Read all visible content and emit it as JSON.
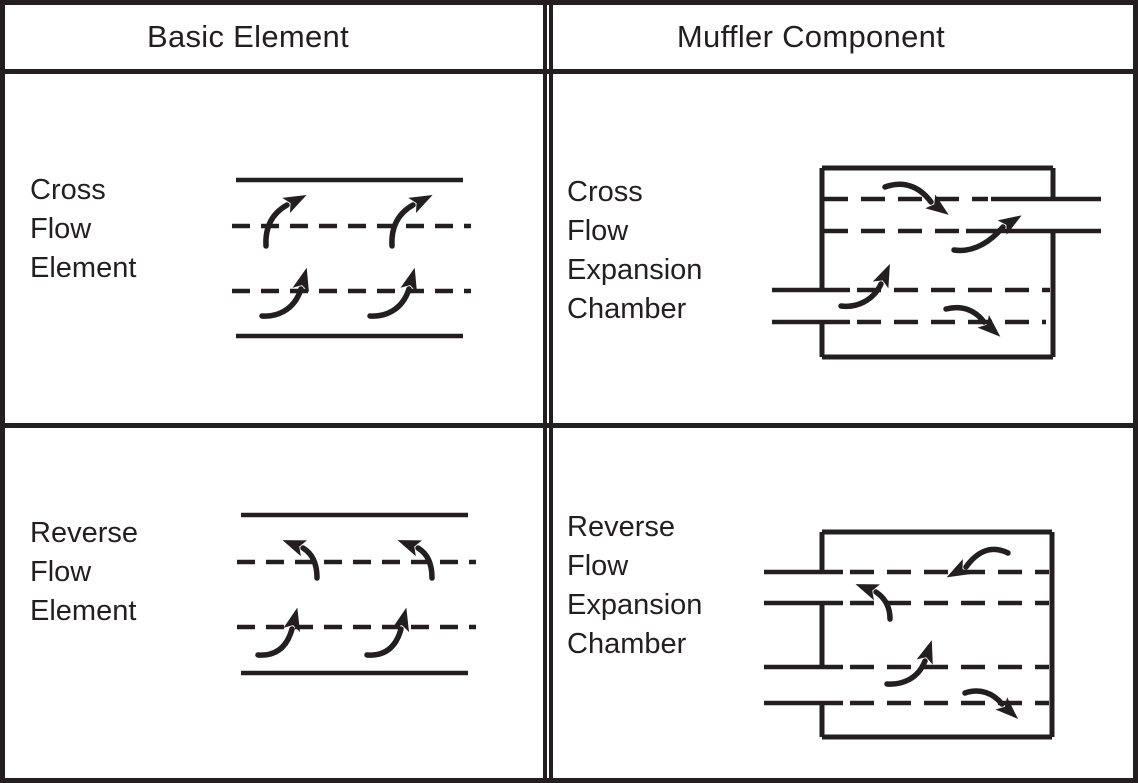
{
  "palette": {
    "ink": "#231f20",
    "background": "#ffffff"
  },
  "table": {
    "headers": [
      {
        "label": "Basic Element"
      },
      {
        "label": "Muffler Component"
      }
    ],
    "rows": [
      {
        "basic": {
          "label_lines": [
            "Cross",
            "Flow",
            "Element"
          ],
          "diagram": "cross-flow-element"
        },
        "muffler": {
          "label_lines": [
            "Cross",
            "Flow",
            "Expansion",
            "Chamber"
          ],
          "diagram": "cross-flow-expansion-chamber"
        }
      },
      {
        "basic": {
          "label_lines": [
            "Reverse",
            "Flow",
            "Element"
          ],
          "diagram": "reverse-flow-element"
        },
        "muffler": {
          "label_lines": [
            "Reverse",
            "Flow",
            "Expansion",
            "Chamber"
          ],
          "diagram": "reverse-flow-expansion-chamber"
        }
      }
    ]
  }
}
